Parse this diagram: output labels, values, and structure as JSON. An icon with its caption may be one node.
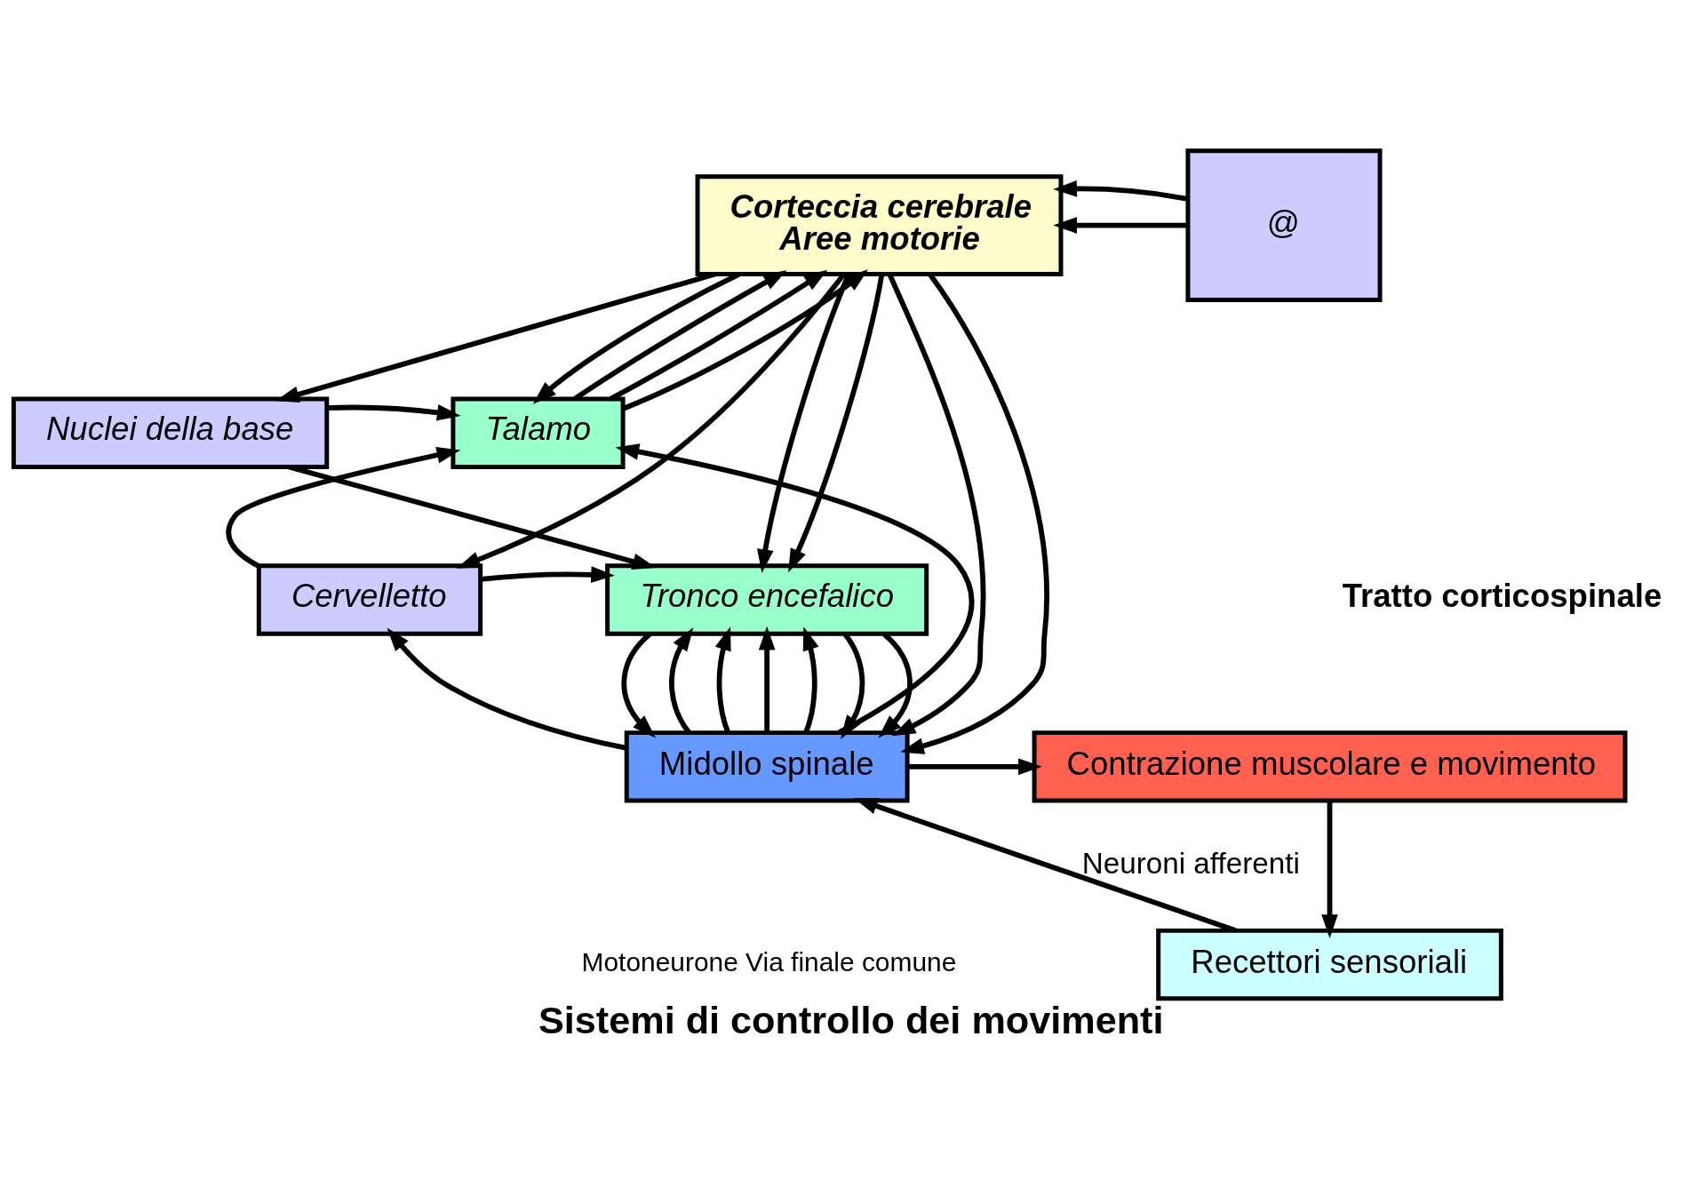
{
  "diagram": {
    "title": "Sistemi di controllo dei movimenti",
    "nodes": [
      {
        "text": [
          "Corteccia cerebrale",
          "Aree motorie"
        ]
      },
      {
        "text": [
          "@"
        ]
      },
      {
        "text": [
          "Talamo"
        ]
      },
      {
        "text": [
          "Nuclei della base"
        ]
      },
      {
        "text": [
          "Cervelletto"
        ]
      },
      {
        "text": [
          "Tronco encefalico"
        ]
      },
      {
        "text": [
          "Midollo spinale"
        ]
      },
      {
        "text": [
          "Contrazione muscolare e movimento"
        ]
      },
      {
        "text": [
          "Recettori sensoriali"
        ]
      }
    ],
    "edges": [
      {
        "from": 1,
        "to": 0,
        "arrow": "to"
      },
      {
        "from": 1,
        "to": 0,
        "arrow": "to"
      },
      {
        "from": 0,
        "to": 3,
        "arrow": "to"
      },
      {
        "from": 0,
        "to": 4,
        "arrow": "to"
      },
      {
        "from": 2,
        "to": 0,
        "arrow": "to"
      },
      {
        "from": 2,
        "to": 0,
        "arrow": "to"
      },
      {
        "from": 2,
        "to": 0,
        "arrow": "to"
      },
      {
        "from": 0,
        "to": 2,
        "arrow": "to"
      },
      {
        "from": 3,
        "to": 2,
        "arrow": "to"
      },
      {
        "from": 3,
        "to": 5,
        "arrow": "to"
      },
      {
        "from": 4,
        "to": 2,
        "arrow": "to"
      },
      {
        "from": 4,
        "to": 5,
        "arrow": "to"
      },
      {
        "from": 6,
        "to": 2,
        "arrow": "to"
      },
      {
        "from": 6,
        "to": 4,
        "arrow": "to"
      },
      {
        "from": 0,
        "to": 5,
        "arrow": "to"
      },
      {
        "from": 0,
        "to": 5,
        "arrow": "to"
      },
      {
        "from": 0,
        "to": 6,
        "arrow": "to"
      },
      {
        "from": 0,
        "to": 6,
        "arrow": "to"
      },
      {
        "from": 6,
        "to": 5,
        "arrow": "to"
      },
      {
        "from": 6,
        "to": 5,
        "arrow": "to"
      },
      {
        "from": 6,
        "to": 5,
        "arrow": "to"
      },
      {
        "from": 6,
        "to": 5,
        "arrow": "to"
      },
      {
        "from": 5,
        "to": 6,
        "arrow": "to"
      },
      {
        "from": 5,
        "to": 6,
        "arrow": "to"
      },
      {
        "from": 5,
        "to": 6,
        "arrow": "to"
      },
      {
        "from": 6,
        "to": 7,
        "arrow": "to"
      },
      {
        "from": 7,
        "to": 8,
        "arrow": "to"
      },
      {
        "from": 8,
        "to": 6,
        "arrow": "to",
        "label": "Neuroni afferenti"
      }
    ],
    "labels": [
      "Tratto corticospinale",
      "Motoneurone Via finale comune"
    ]
  }
}
